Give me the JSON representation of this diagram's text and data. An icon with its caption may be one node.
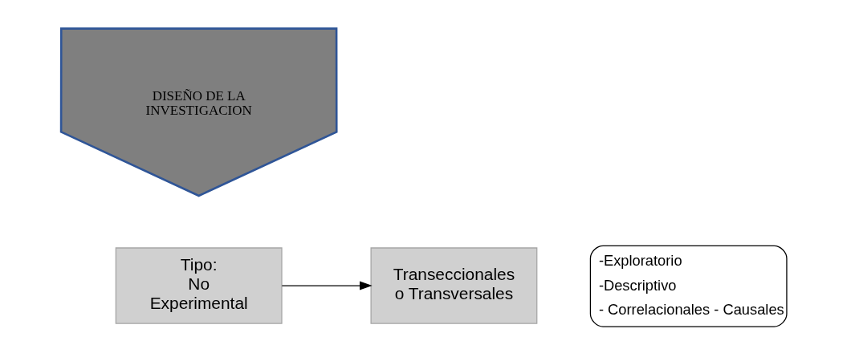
{
  "diagram": {
    "nodes": [
      {
        "text": [
          "DISEÑO DE LA INVESTIGACION"
        ]
      },
      {
        "text": [
          "Tipo: No Experimental"
        ]
      },
      {
        "text": [
          "Transeccionales o Transversales"
        ]
      }
    ],
    "edges": [
      {
        "from": 1,
        "to": 2,
        "arrow": "to"
      }
    ],
    "labels": [
      "-Exploratorio",
      "-Descriptivo",
      "- Correlacionales - Causales"
    ]
  }
}
